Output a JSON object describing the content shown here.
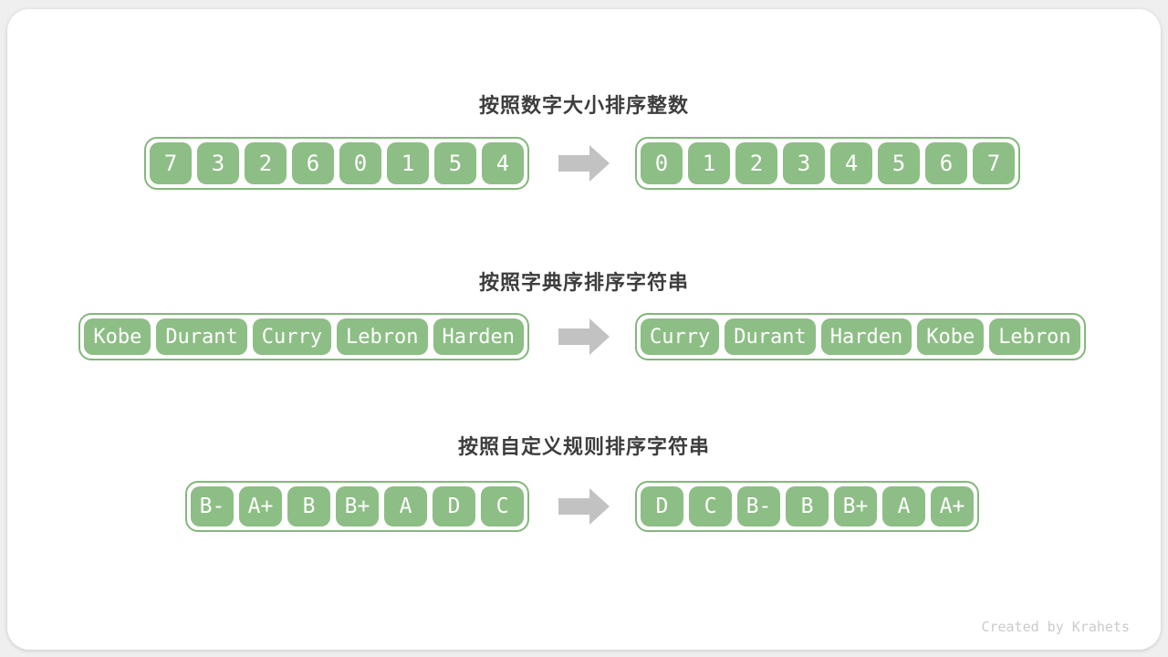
{
  "colors": {
    "green_fill": "#8DBE85",
    "green_border": "#84B77C",
    "arrow_gray": "#C2C2C2",
    "title_gray": "#3D3D3D",
    "watermark_gray": "#CBCBCB",
    "page_bg": "#EFEFEF",
    "card_bg": "#FFFFFF",
    "cell_text": "#FFFFFF"
  },
  "sections": [
    {
      "title": "按照数字大小排序整数",
      "before": [
        "7",
        "3",
        "2",
        "6",
        "0",
        "1",
        "5",
        "4"
      ],
      "after": [
        "0",
        "1",
        "2",
        "3",
        "4",
        "5",
        "6",
        "7"
      ]
    },
    {
      "title": "按照字典序排序字符串",
      "before": [
        "Kobe",
        "Durant",
        "Curry",
        "Lebron",
        "Harden"
      ],
      "after": [
        "Curry",
        "Durant",
        "Harden",
        "Kobe",
        "Lebron"
      ]
    },
    {
      "title": "按照自定义规则排序字符串",
      "before": [
        "B-",
        "A+",
        "B",
        "B+",
        "A",
        "D",
        "C"
      ],
      "after": [
        "D",
        "C",
        "B-",
        "B",
        "B+",
        "A",
        "A+"
      ]
    }
  ],
  "watermark": "Created by Krahets",
  "icons": {
    "arrow": "arrow-right-icon"
  }
}
